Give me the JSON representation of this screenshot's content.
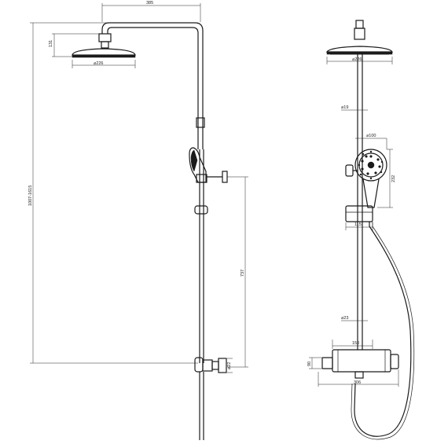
{
  "front_view": {
    "dim_arm_length": "385",
    "dim_head_height": "131",
    "dim_head_diameter": "⌀226",
    "dim_total_height": "1007-1615",
    "dim_handshower_height": "737",
    "dim_bracket": "⌀22"
  },
  "side_view": {
    "dim_head_diameter": "⌀226",
    "dim_pipe_diameter": "⌀19",
    "dim_handshower_diameter": "⌀100",
    "dim_handshower_length": "232",
    "dim_holder_offset": "115",
    "dim_rail_diameter": "⌀23",
    "dim_valve_depth": "150",
    "dim_valve_height": "90",
    "dim_valve_width": "306"
  }
}
